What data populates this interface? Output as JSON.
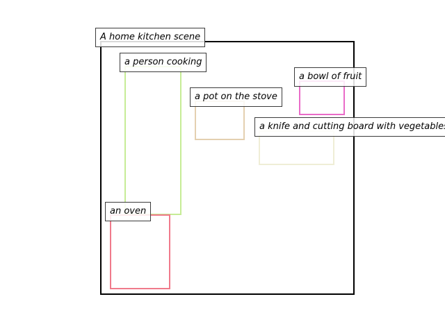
{
  "scene": {
    "caption": "A home kitchen scene"
  },
  "regions": [
    {
      "id": "person",
      "caption": "a person cooking",
      "color": "#c6ec96"
    },
    {
      "id": "pot",
      "caption": "a pot on the stove",
      "color": "#e4d0b0"
    },
    {
      "id": "fruit",
      "caption": "a bowl of fruit",
      "color": "#e96bc8"
    },
    {
      "id": "knife",
      "caption": "a knife and cutting board with vegetables",
      "color": "#efeed6"
    },
    {
      "id": "oven",
      "caption": "an oven",
      "color": "#f07a8b"
    }
  ]
}
